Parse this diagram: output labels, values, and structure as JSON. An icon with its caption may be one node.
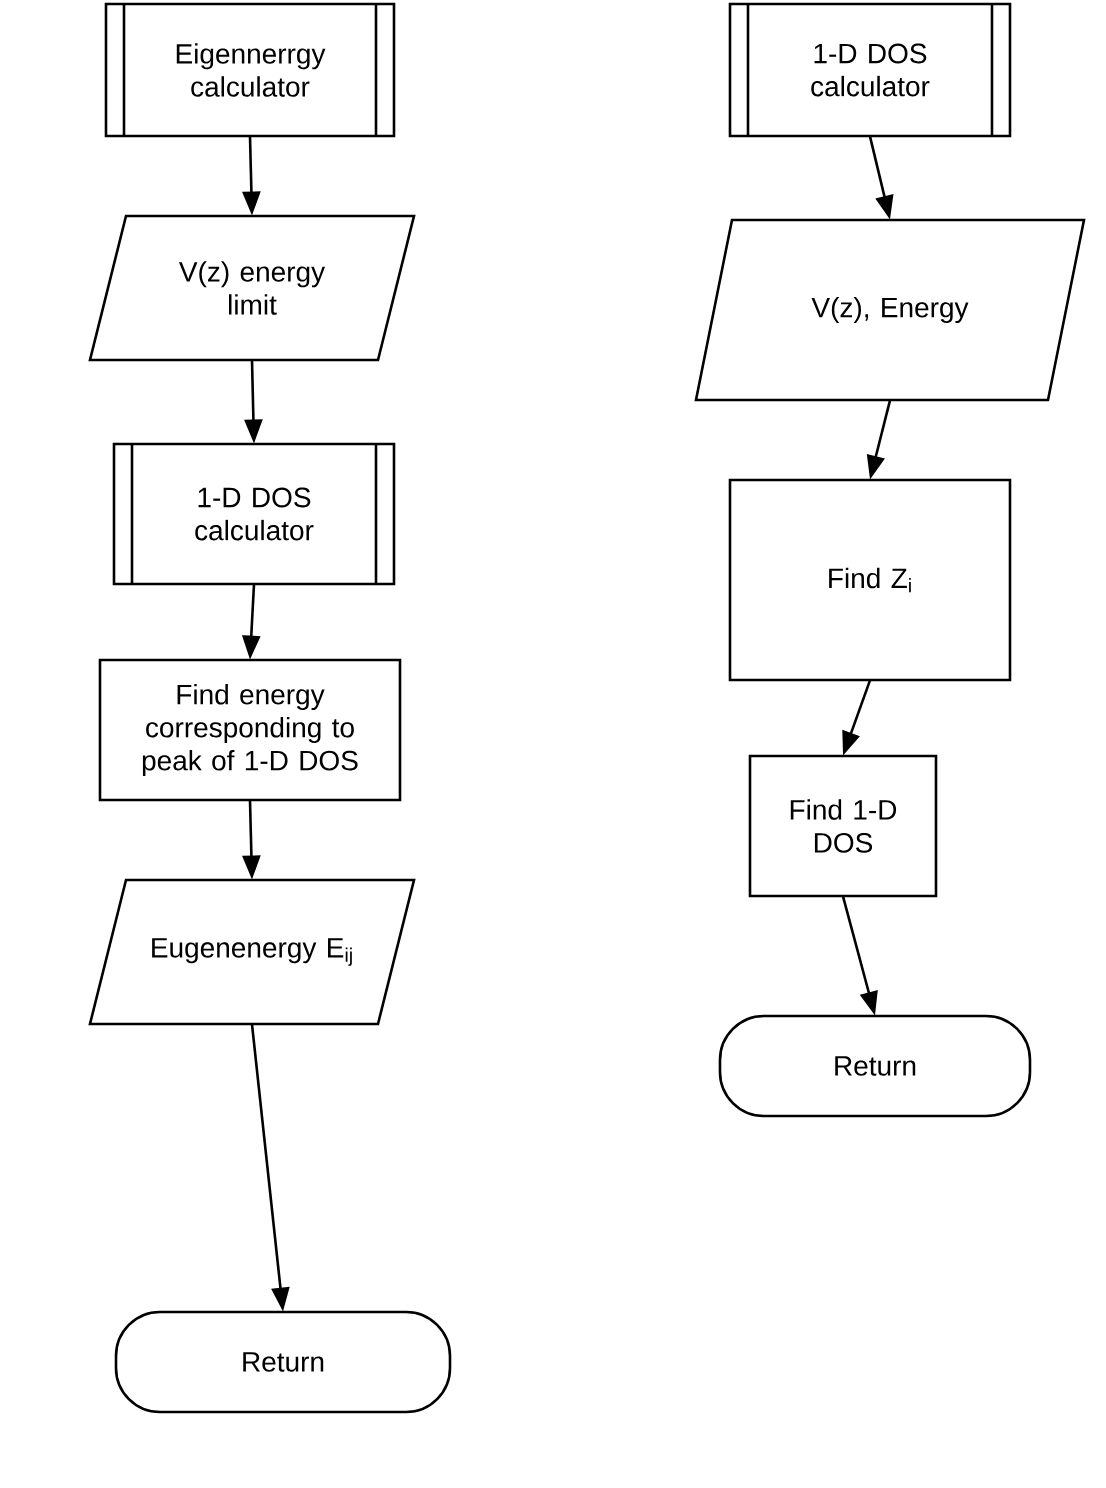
{
  "diagram": {
    "nodes": [
      {
        "text": [
          "Eigennerrgy calculator"
        ]
      },
      {
        "text": [
          "V(z) energy limit"
        ]
      },
      {
        "text": [
          "1-D DOS calculator"
        ]
      },
      {
        "text": [
          "Find energy corresponding to peak of 1-D DOS"
        ]
      },
      {
        "text": [
          "Eugenenergy E$_{ij}$"
        ]
      },
      {
        "text": [
          "Return"
        ]
      },
      {
        "text": [
          "1-D DOS calculator"
        ]
      },
      {
        "text": [
          "V(z), Energy"
        ]
      },
      {
        "text": [
          "Find Z$_{i}$"
        ]
      },
      {
        "text": [
          "Find 1-D DOS"
        ]
      },
      {
        "text": [
          "Return"
        ]
      }
    ],
    "edges": [
      {
        "from": 0,
        "to": 1,
        "arrow": "to"
      },
      {
        "from": 1,
        "to": 2,
        "arrow": "to"
      },
      {
        "from": 2,
        "to": 3,
        "arrow": "to"
      },
      {
        "from": 3,
        "to": 4,
        "arrow": "to"
      },
      {
        "from": 4,
        "to": 5,
        "arrow": "to"
      },
      {
        "from": 6,
        "to": 7,
        "arrow": "to"
      },
      {
        "from": 7,
        "to": 8,
        "arrow": "to"
      },
      {
        "from": 8,
        "to": 9,
        "arrow": "to"
      },
      {
        "from": 9,
        "to": 10,
        "arrow": "to"
      }
    ]
  }
}
